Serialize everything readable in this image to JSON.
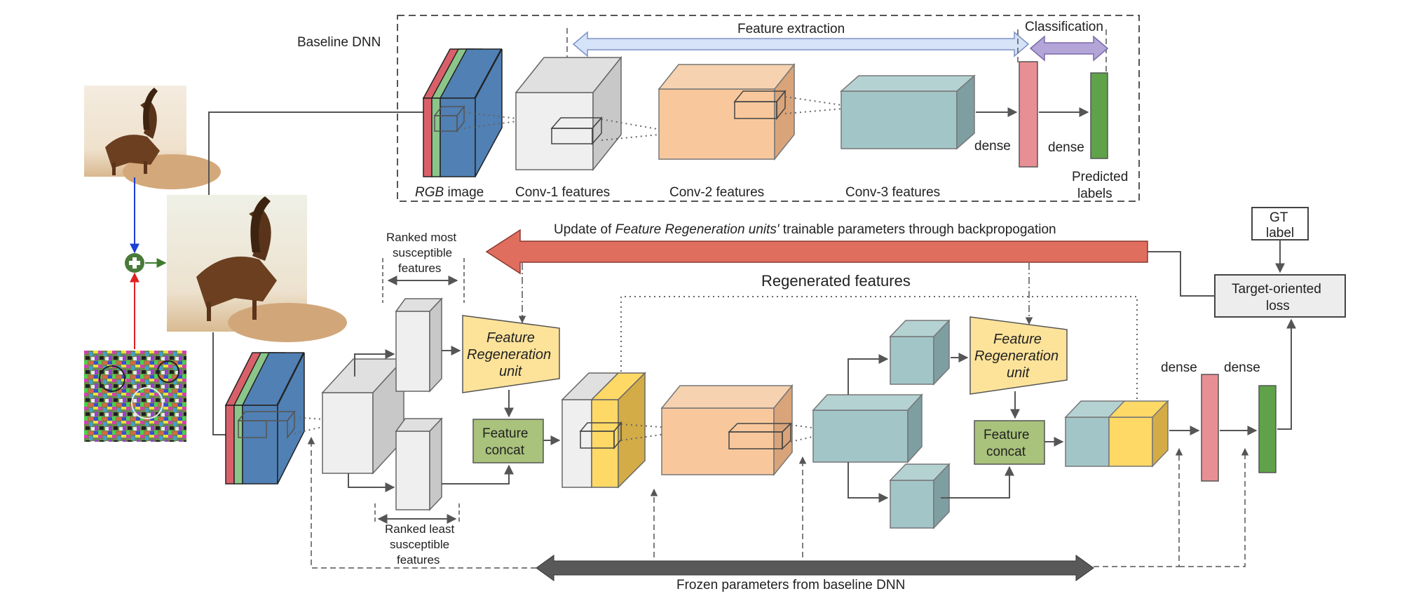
{
  "labels": {
    "baseline_dnn": "Baseline DNN",
    "feature_extraction": "Feature extraction",
    "classification": "Classification",
    "rgb_image_italic": "RGB",
    "rgb_image_rest": " image",
    "conv1": "Conv-1 features",
    "conv2": "Conv-2 features",
    "conv3": "Conv-3 features",
    "dense_1": "dense",
    "dense_2": "dense",
    "predicted_1": "Predicted",
    "predicted_2": "labels",
    "update_pre": "Update of ",
    "update_italic": "Feature Regeneration units'",
    "update_post": " trainable parameters through backpropogation",
    "gt_1": "GT",
    "gt_2": "label",
    "target_1": "Target-oriented",
    "target_2": "loss",
    "regenerated": "Regenerated features",
    "most_1": "Ranked most",
    "most_2": "susceptible",
    "most_3": "features",
    "least_1": "Ranked least",
    "least_2": "susceptible",
    "least_3": "features",
    "fru1_1": "Feature",
    "fru1_2": "Regeneration",
    "fru1_3": "unit",
    "fru2_1": "Feature",
    "fru2_2": "Regeneration",
    "fru2_3": "unit",
    "concat1_1": "Feature",
    "concat1_2": "concat",
    "concat2_1": "Feature",
    "concat2_2": "concat",
    "dense_3": "dense",
    "dense_4": "dense",
    "frozen": "Frozen parameters from baseline DNN"
  },
  "colors": {
    "rgb_red": "#d9606a",
    "rgb_green": "#8cc58a",
    "rgb_blue": "#5080b4",
    "conv1": "#efefef",
    "conv2": "#f8c89c",
    "conv3": "#a2c6c8",
    "fru": "#fde39a",
    "concat": "#a9c27c",
    "yellow_block": "#fed966",
    "pink_dense": "#e88f95",
    "green_dense": "#5fa24a",
    "update_arrow": "#e06e5e",
    "fe_arrow": "#d5e2f7",
    "cls_arrow": "#b3a5d8",
    "frozen_arrow": "#595959",
    "loss_box": "#ededed",
    "plus_circle": "#4a7a3a"
  },
  "icons": {
    "plus": "plus-icon",
    "clean_image": "ibex-photo",
    "noise_image": "adversarial-noise",
    "adv_image": "perturbed-ibex-photo"
  }
}
